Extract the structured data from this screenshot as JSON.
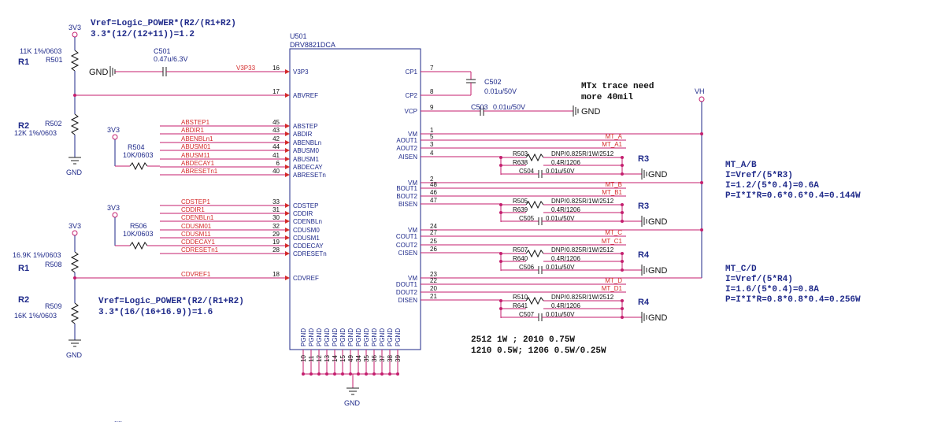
{
  "formulas": {
    "top_vref": "Vref=Logic_POWER*(R2/(R1+R2)",
    "top_calc": "3.3*(12/(12+11))=1.2",
    "bot_vref": "Vref=Logic_POWER*(R2/(R1+R2)",
    "bot_calc": "3.3*(16/(16+16.9))=1.6",
    "trace_note_1": "MTx trace need",
    "trace_note_2": "more 40mil",
    "ab_title": "MT_A/B",
    "ab_l1": "I=Vref/(5*R3)",
    "ab_l2": "I=1.2/(5*0.4)=0.6A",
    "ab_l3": "P=I*I*R=0.6*0.6*0.4=0.144W",
    "cd_title": "MT_C/D",
    "cd_l1": "I=Vref/(5*R4)",
    "cd_l2": "I=1.6/(5*0.4)=0.8A",
    "cd_l3": "P=I*I*R=0.8*0.8*0.4=0.256W",
    "power_note_1": "2512 1W  ; 2010 0.75W",
    "power_note_2": "1210 0.5W; 1206 0.5W/0.25W",
    "dots": "...."
  },
  "power": {
    "v3v3": "3V3",
    "gnd": "GND",
    "vh": "VH"
  },
  "chip": {
    "ref": "U501",
    "part": "DRV8821DCA"
  },
  "resistors": {
    "r501_val": "11K 1%/0603",
    "r501_ref": "R501",
    "r1_top": "R1",
    "r502_val": "12K 1%/0603",
    "r502_ref": "R502",
    "r2_top": "R2",
    "r504_ref": "R504",
    "r504_val": "10K/0603",
    "r506_ref": "R506",
    "r506_val": "10K/0603",
    "r508_val": "16.9K 1%/0603",
    "r508_ref": "R508",
    "r1_bot": "R1",
    "r509_val": "16K 1%/0603",
    "r509_ref": "R509",
    "r2_bot": "R2"
  },
  "caps": {
    "c501_ref": "C501",
    "c501_val": "0.47u/6.3V",
    "c502_ref": "C502",
    "c502_val": "0.01u/50V",
    "c503": "C503",
    "c503_val": "0.01u/50V"
  },
  "left_pins": [
    {
      "net": "V3P33",
      "num": "16",
      "name": "V3P3"
    },
    {
      "net": "",
      "num": "17",
      "name": "ABVREF"
    },
    {
      "net": "ABSTEP1",
      "num": "45",
      "name": "ABSTEP"
    },
    {
      "net": "ABDIR1",
      "num": "43",
      "name": "ABDIR"
    },
    {
      "net": "ABENBLn1",
      "num": "42",
      "name": "ABENBLn"
    },
    {
      "net": "ABUSM01",
      "num": "44",
      "name": "ABUSM0"
    },
    {
      "net": "ABUSM11",
      "num": "41",
      "name": "ABUSM1"
    },
    {
      "net": "ABDECAY1",
      "num": "6",
      "name": "ABDECAY"
    },
    {
      "net": "ABRESETn1",
      "num": "40",
      "name": "ABRESETn"
    },
    {
      "net": "CDSTEP1",
      "num": "33",
      "name": "CDSTEP"
    },
    {
      "net": "CDDIR1",
      "num": "31",
      "name": "CDDIR"
    },
    {
      "net": "CDENBLn1",
      "num": "30",
      "name": "CDENBLn"
    },
    {
      "net": "CDUSM01",
      "num": "32",
      "name": "CDUSM0"
    },
    {
      "net": "CDUSM11",
      "num": "29",
      "name": "CDUSM1"
    },
    {
      "net": "CDDECAY1",
      "num": "19",
      "name": "CDDECAY"
    },
    {
      "net": "CDRESETn1",
      "num": "28",
      "name": "CDRESETn"
    },
    {
      "net": "CDVREF1",
      "num": "18",
      "name": "CDVREF"
    }
  ],
  "right_pins": [
    {
      "name": "CP1",
      "num": "7",
      "net": ""
    },
    {
      "name": "CP2",
      "num": "8",
      "net": ""
    },
    {
      "name": "VCP",
      "num": "9",
      "net": ""
    },
    {
      "name": "VM",
      "num": "1",
      "net": ""
    },
    {
      "name": "AOUT1",
      "num": "5",
      "net": "MT_A"
    },
    {
      "name": "AOUT2",
      "num": "3",
      "net": "MT_A1"
    },
    {
      "name": "AISEN",
      "num": "4",
      "net": ""
    },
    {
      "name": "VM",
      "num": "2",
      "net": ""
    },
    {
      "name": "BOUT1",
      "num": "48",
      "net": "MT_B"
    },
    {
      "name": "BOUT2",
      "num": "46",
      "net": "MT_B1"
    },
    {
      "name": "BISEN",
      "num": "47",
      "net": ""
    },
    {
      "name": "VM",
      "num": "24",
      "net": ""
    },
    {
      "name": "COUT1",
      "num": "27",
      "net": "MT_C"
    },
    {
      "name": "COUT2",
      "num": "25",
      "net": "MT_C1"
    },
    {
      "name": "CISEN",
      "num": "26",
      "net": ""
    },
    {
      "name": "VM",
      "num": "23",
      "net": ""
    },
    {
      "name": "DOUT1",
      "num": "22",
      "net": "MT_D"
    },
    {
      "name": "DOUT2",
      "num": "20",
      "net": "MT_D1"
    },
    {
      "name": "DISEN",
      "num": "21",
      "net": ""
    }
  ],
  "sense": [
    {
      "ra": "R503",
      "ra_val": "DNP/0.825R/1W/2512",
      "rb": "R638",
      "rb_val": "0.4R/1206",
      "c": "C504",
      "c_val": "0.01u/50V",
      "label": "R3"
    },
    {
      "ra": "R505",
      "ra_val": "DNP/0.825R/1W/2512",
      "rb": "R639",
      "rb_val": "0.4R/1206",
      "c": "C505",
      "c_val": "0.01u/50V",
      "label": "R3"
    },
    {
      "ra": "R507",
      "ra_val": "DNP/0.825R/1W/2512",
      "rb": "R640",
      "rb_val": "0.4R/1206",
      "c": "C506",
      "c_val": "0.01u/50V",
      "label": "R4"
    },
    {
      "ra": "R510",
      "ra_val": "DNP/0.825R/1W/2512",
      "rb": "R641",
      "rb_val": "0.4R/1206",
      "c": "C507",
      "c_val": "0.01u/50V",
      "label": "R4"
    }
  ],
  "pgnd": {
    "name": "PGND",
    "nums": [
      "10",
      "11",
      "12",
      "13",
      "14",
      "15",
      "49",
      "34",
      "35",
      "36",
      "37",
      "38",
      "39"
    ]
  }
}
